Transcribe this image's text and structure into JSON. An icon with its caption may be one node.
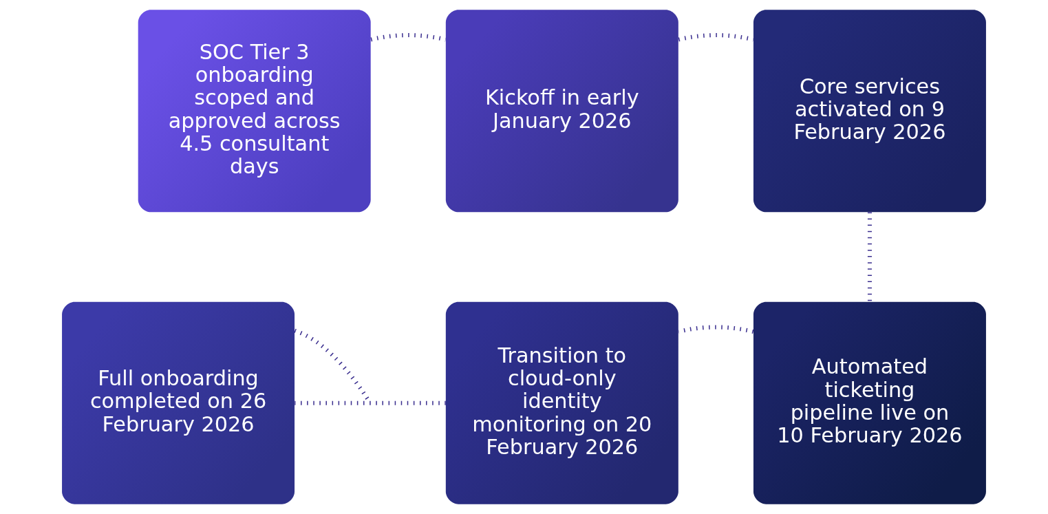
{
  "diagram": {
    "nodes": [
      {
        "text": [
          "SOC Tier 3 onboarding scoped and approved across 4.5 consultant days"
        ]
      },
      {
        "text": [
          "Kickoff in early January 2026"
        ]
      },
      {
        "text": [
          "Core services activated on 9 February 2026"
        ]
      },
      {
        "text": [
          "Full onboarding completed on 26 February 2026"
        ]
      },
      {
        "text": [
          "Transition to cloud-only identity monitoring on 20 February 2026"
        ]
      },
      {
        "text": [
          "Automated ticketing pipeline live on 10 February 2026"
        ]
      }
    ],
    "edges": [
      {
        "from": 0,
        "to": 1,
        "arrow": "none"
      },
      {
        "from": 1,
        "to": 2,
        "arrow": "none"
      },
      {
        "from": 2,
        "to": 5,
        "arrow": "none"
      },
      {
        "from": 5,
        "to": 4,
        "arrow": "none"
      },
      {
        "from": 4,
        "to": 3,
        "arrow": "none"
      },
      {
        "from": 3,
        "to": null,
        "arrow": "none"
      }
    ]
  }
}
